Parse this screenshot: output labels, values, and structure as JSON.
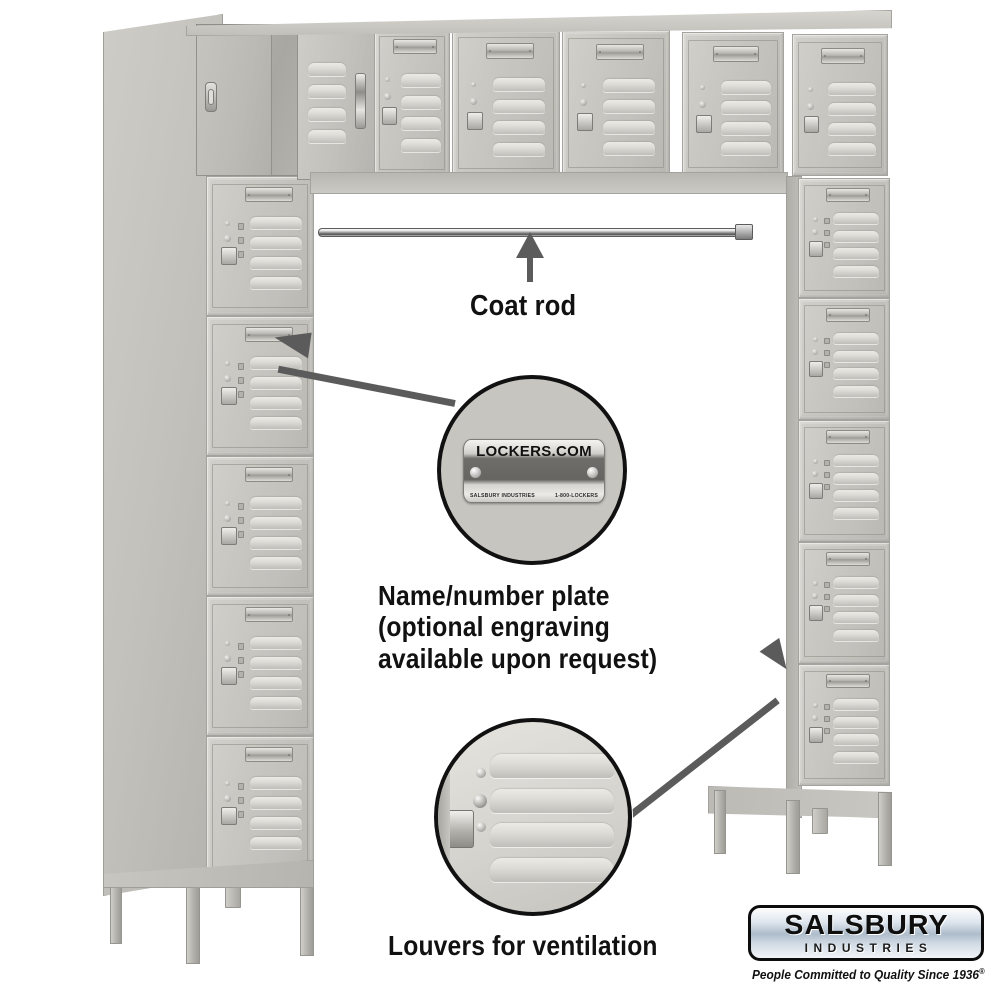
{
  "product": {
    "type": "metal box-style locker unit",
    "finish_color": "#c8c6c0",
    "configuration": "16-person box style locker with coat rod bay",
    "columns": [
      {
        "name": "left-column",
        "doors": 6,
        "top_door_state": "open"
      },
      {
        "name": "top-row",
        "doors": 5,
        "top_door_state": "closed"
      },
      {
        "name": "right-column",
        "doors": 6,
        "top_door_state": "closed"
      }
    ],
    "door_features": [
      "name/number plate",
      "four louvers",
      "latch handle",
      "lock hasp"
    ]
  },
  "annotations": [
    {
      "id": "coat-rod",
      "label": "Coat rod",
      "arrow_color": "#5b5b5b"
    },
    {
      "id": "name-number-plate",
      "label": "Name/number plate\n(optional  engraving\navailable upon request)",
      "arrow_color": "#5b5b5b"
    },
    {
      "id": "louvers",
      "label": "Louvers for ventilation",
      "arrow_color": "#5b5b5b"
    }
  ],
  "nameplate_detail": {
    "line1": "LOCKERS.COM",
    "line2_left": "SALSBURY INDUSTRIES",
    "line2_right": "1-800-LOCKERS"
  },
  "logo": {
    "brand": "SALSBURY",
    "brand_sub": "INDUSTRIES",
    "tagline": "People Committed to Quality Since 1936",
    "registered_mark": "®",
    "badge_border_color": "#0c0c0c",
    "badge_fill": "#aebccb"
  }
}
